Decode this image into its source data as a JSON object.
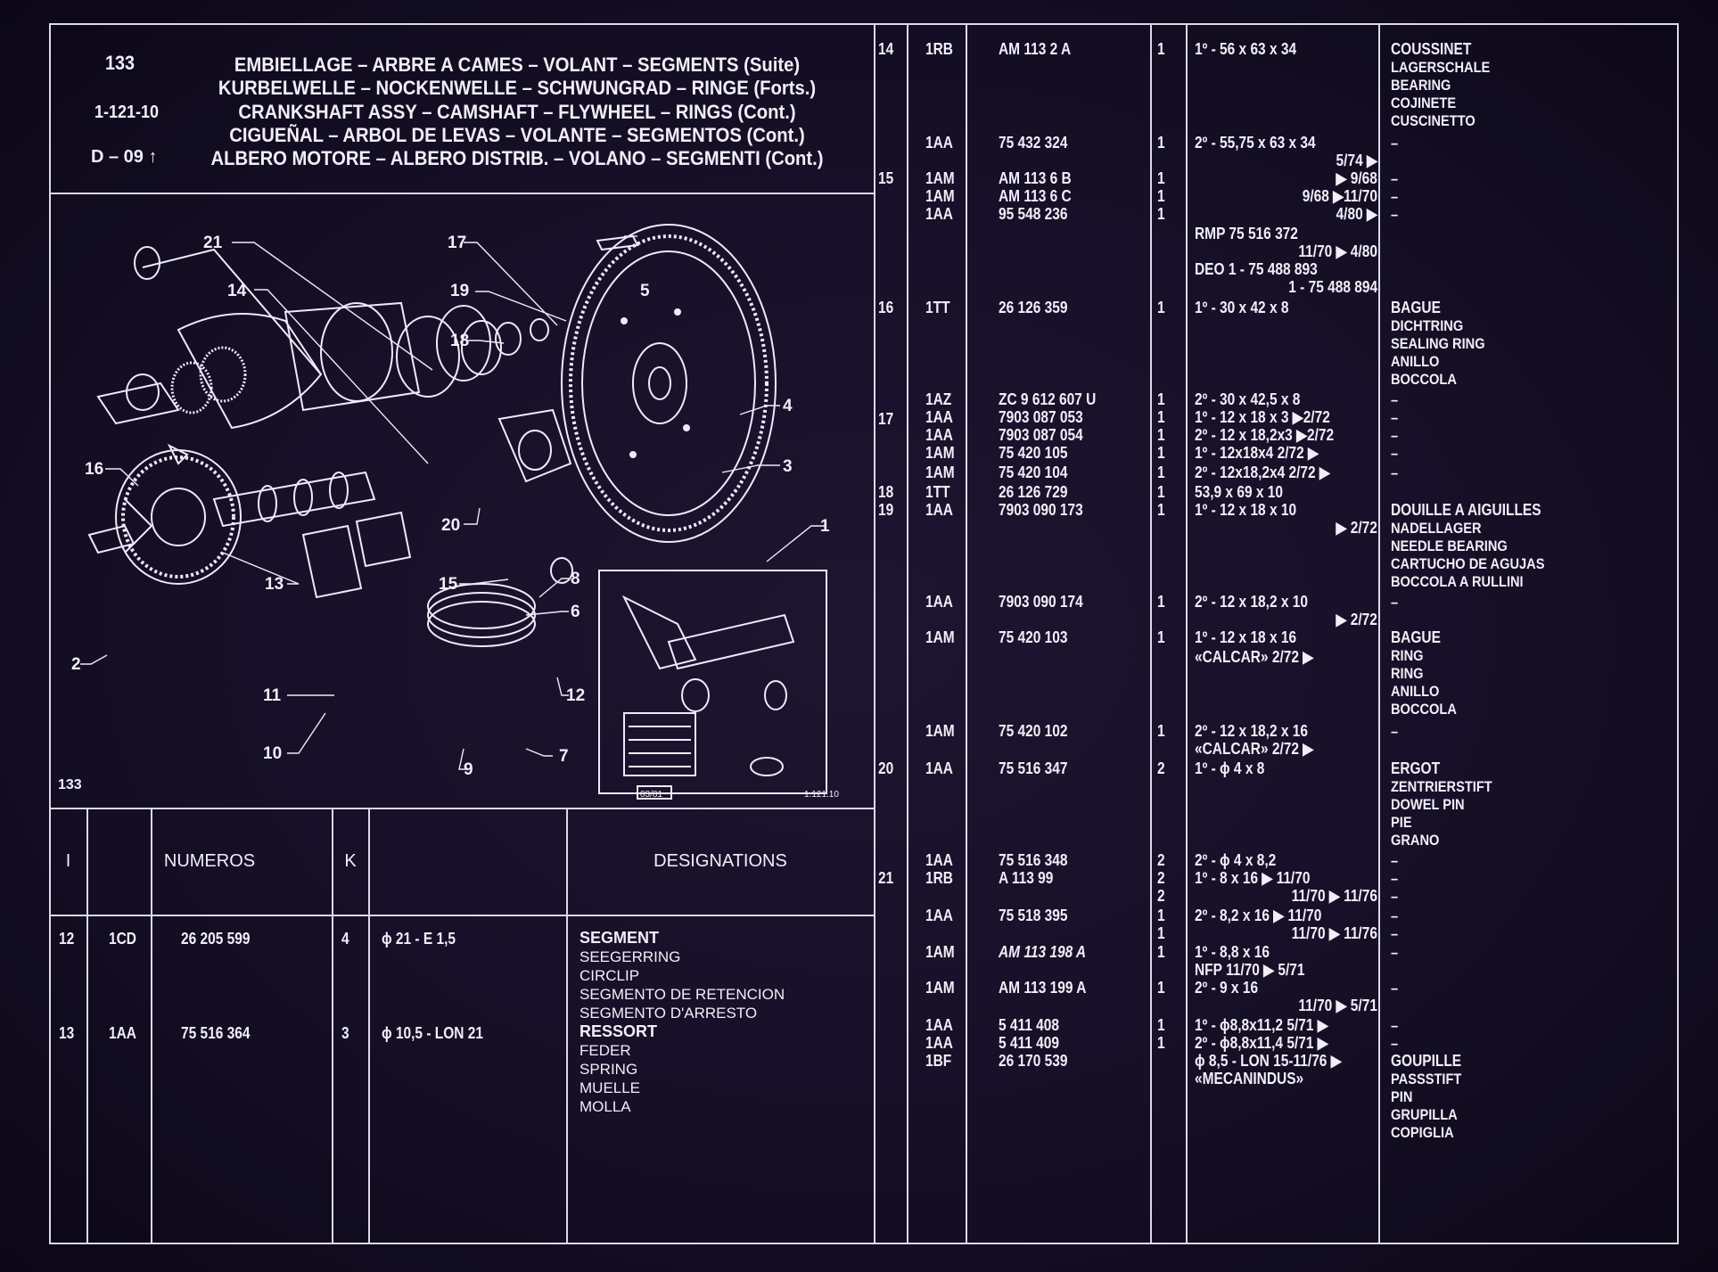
{
  "header": {
    "page_num": "133",
    "ref_code": "1-121-10",
    "date_ref": "D – 09",
    "titles": [
      "EMBIELLAGE – ARBRE A CAMES – VOLANT – SEGMENTS (Suite)",
      "KURBELWELLE – NOCKENWELLE – SCHWUNGRAD – RINGE (Forts.)",
      "CRANKSHAFT ASSY – CAMSHAFT – FLYWHEEL – RINGS (Cont.)",
      "CIGUEÑAL – ARBOL DE LEVAS – VOLANTE – SEGMENTOS (Cont.)",
      "ALBERO MOTORE – ALBERO DISTRIB. – VOLANO – SEGMENTI (Cont.)"
    ]
  },
  "illustration": {
    "page_label": "133",
    "inset_date": "03/81",
    "inset_ref": "1.121.10",
    "callouts": [
      "21",
      "17",
      "14",
      "19",
      "5",
      "18",
      "4",
      "3",
      "16",
      "1",
      "20",
      "13",
      "15",
      "8",
      "6",
      "2",
      "11",
      "12",
      "10",
      "9",
      "7"
    ]
  },
  "columns": {
    "i": "I",
    "numeros": "NUMEROS",
    "k": "K",
    "designations": "DESIGNATIONS"
  },
  "left_rows": [
    {
      "i": "12",
      "code": "1CD",
      "num": "26 205 599",
      "k": "4",
      "spec": "ϕ 21 - E 1,5",
      "desig": [
        "SEGMENT",
        "SEEGERRING",
        "CIRCLIP",
        "SEGMENTO DE RETENCION",
        "SEGMENTO D'ARRESTO"
      ]
    },
    {
      "i": "13",
      "code": "1AA",
      "num": "75 516 364",
      "k": "3",
      "spec": "ϕ 10,5 - LON 21",
      "desig": [
        "RESSORT",
        "FEDER",
        "SPRING",
        "MUELLE",
        "MOLLA"
      ]
    }
  ],
  "right_col_i": [
    "14",
    "15",
    "16",
    "17",
    "18",
    "19",
    "20",
    "21"
  ],
  "right_col_code": [
    "1RB",
    "1AA",
    "1AM",
    "1AM",
    "1AA",
    "1TT",
    "1AZ",
    "1AA",
    "1AA",
    "1AM",
    "1AM",
    "1TT",
    "1AA",
    "1AA",
    "1AM",
    "1AM",
    "1AA",
    "1AA",
    "1RB",
    "1AA",
    "1AM",
    "1AM",
    "1AA",
    "1AA",
    "1BF"
  ],
  "right_col_num": [
    "AM 113   2 A",
    "75 432 324",
    "AM 113   6 B",
    "AM 113   6 C",
    "95 548 236",
    "26 126 359",
    "ZC 9 612 607 U",
    "7903 087 053",
    "7903 087 054",
    "75 420 105",
    "75 420 104",
    "26 126 729",
    "7903 090 173",
    "7903 090 174",
    "75 420 103",
    "75 420 102",
    "75 516 347",
    "75 516 348",
    "A 113   99",
    "75 518 395",
    "AM 113 198 A",
    "AM 113 199 A",
    "5 411 408",
    "5 411 409",
    "26 170 539"
  ],
  "right_col_k": [
    "1",
    "1",
    "1",
    "1",
    "1",
    "1",
    "1",
    "1",
    "1",
    "1",
    "1",
    "1",
    "1",
    "1",
    "1",
    "1",
    "2",
    "2",
    "2",
    "2",
    "1",
    "1",
    "1",
    "1",
    "1",
    "1"
  ],
  "right_col_spec": [
    "1º - 56 x 63 x 34",
    "2º - 55,75 x 63 x 34",
    "5/74 ▶",
    "▶ 9/68",
    "9/68  ▶11/70",
    "4/80 ▶",
    "RMP  75 516 372",
    "11/70  ▶ 4/80",
    "DEO 1 - 75 488 893",
    "1 - 75 488 894",
    "1º - 30 x 42 x 8",
    "2º - 30 x 42,5 x 8",
    "1º - 12 x 18 x 3  ▶2/72",
    "2º - 12 x 18,2x3 ▶2/72",
    "1º - 12x18x4    2/72 ▶",
    "2º - 12x18,2x4  2/72 ▶",
    "53,9 x 69 x 10",
    "1º - 12 x 18 x 10",
    "▶ 2/72",
    "2º - 12 x 18,2 x 10",
    "▶ 2/72",
    "1º - 12 x 18 x 16",
    "«CALCAR»      2/72 ▶",
    "2º - 12 x 18,2 x 16",
    "«CALCAR»      2/72 ▶",
    "1º - ϕ 4 x 8",
    "2º - ϕ 4 x 8,2",
    "1º - 8 x 16        ▶ 11/70",
    "11/70  ▶ 11/76",
    "2º - 8,2 x 16     ▶ 11/70",
    "11/70  ▶ 11/76",
    "1º - 8,8 x 16",
    "NFP     11/70  ▶ 5/71",
    "2º - 9 x 16",
    "11/70  ▶ 5/71",
    "1º - ϕ8,8x11,2   5/71 ▶",
    "2º - ϕ8,8x11,4   5/71 ▶",
    "ϕ 8,5 - LON 15-11/76 ▶",
    "«MECANINDUS»"
  ],
  "right_col_desig": [
    "COUSSINET",
    "LAGERSCHALE",
    "BEARING",
    "COJINETE",
    "CUSCINETTO",
    "–",
    "–",
    "–",
    "–",
    "BAGUE",
    "DICHTRING",
    "SEALING RING",
    "ANILLO",
    "BOCCOLA",
    "–",
    "–",
    "–",
    "–",
    "–",
    "DOUILLE A AIGUILLES",
    "NADELLAGER",
    "NEEDLE BEARING",
    "CARTUCHO DE AGUJAS",
    "BOCCOLA A RULLINI",
    "–",
    "BAGUE",
    "RING",
    "RING",
    "ANILLO",
    "BOCCOLA",
    "–",
    "ERGOT",
    "ZENTRIERSTIFT",
    "DOWEL PIN",
    "PIE",
    "GRANO",
    "–",
    "–",
    "–",
    "–",
    "–",
    "–",
    "–",
    "–",
    "–",
    "GOUPILLE",
    "PASSSTIFT",
    "PIN",
    "GRUPILLA",
    "COPIGLIA"
  ]
}
